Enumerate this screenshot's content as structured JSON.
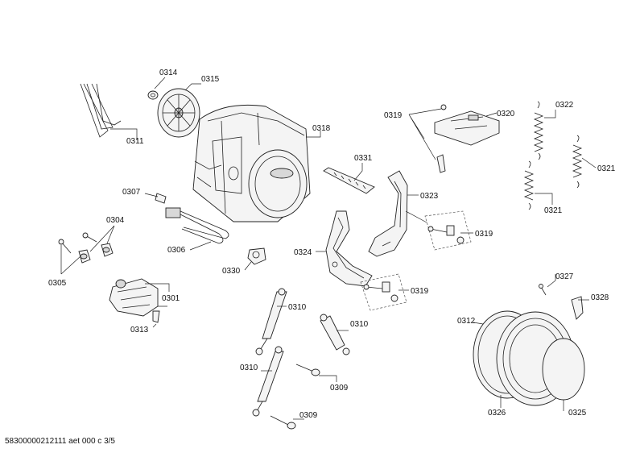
{
  "footer": "58300000212111 aet 000 c 3/5",
  "labels": {
    "l0314": "0314",
    "l0315": "0315",
    "l0311": "0311",
    "l0318": "0318",
    "l0319a": "0319",
    "l0320": "0320",
    "l0322": "0322",
    "l0321a": "0321",
    "l0321b": "0321",
    "l0331": "0331",
    "l0307": "0307",
    "l0323": "0323",
    "l0304": "0304",
    "l0319b": "0319",
    "l0306": "0306",
    "l0324": "0324",
    "l0330": "0330",
    "l0305": "0305",
    "l0319c": "0319",
    "l0327": "0327",
    "l0301": "0301",
    "l0328": "0328",
    "l0313": "0313",
    "l0310a": "0310",
    "l0312": "0312",
    "l0310b": "0310",
    "l0310c": "0310",
    "l0309a": "0309",
    "l0309b": "0309",
    "l0326": "0326",
    "l0325": "0325"
  }
}
